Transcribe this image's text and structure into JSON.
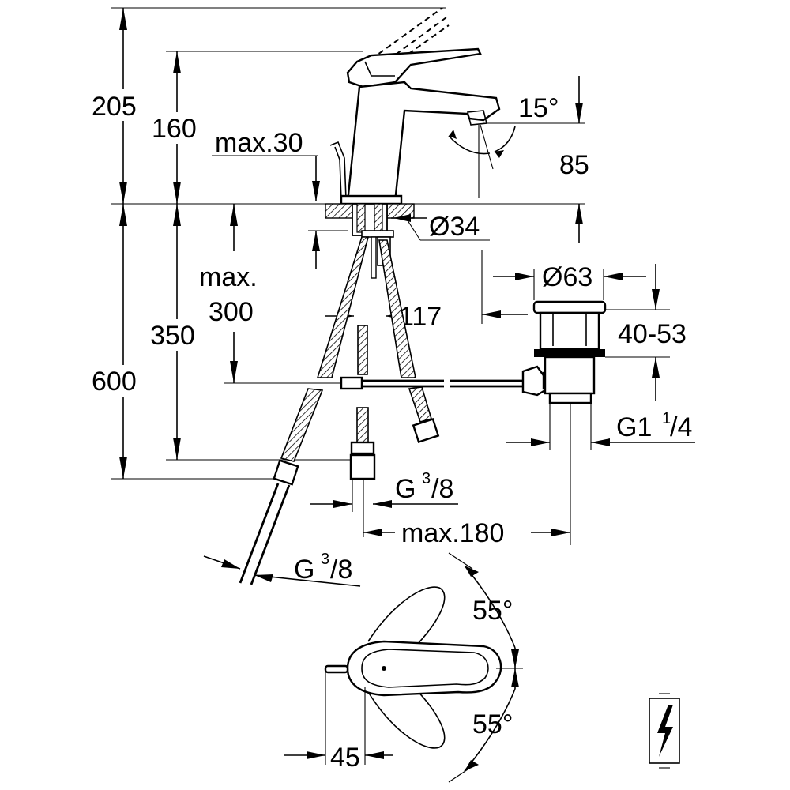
{
  "diagram": {
    "title": "Single-lever basin mixer — installation dimensions",
    "dimensions": {
      "total_height": "205",
      "height_to_lever": "160",
      "max_counter_thickness": "max.30",
      "spout_angle": "15°",
      "spout_height": "85",
      "hole_diameter": "Ø34",
      "max_under_counter": "max.",
      "max_under_counter_value": "300",
      "hose_length_ref": "117",
      "waste_flange_diameter": "Ø63",
      "waste_range": "40-53",
      "drop_height": "350",
      "supply_height": "600",
      "waste_thread_main": "G1",
      "waste_thread_sup": "1",
      "waste_thread_sub": "/4",
      "supply_thread_main": "G",
      "supply_thread_sup": "3",
      "supply_thread_sub": "/8",
      "hose_thread_main": "G",
      "hose_thread_sup": "3",
      "hose_thread_sub": "/8",
      "max_rod_length": "max.180",
      "lever_angle_top": "55°",
      "lever_angle_bottom": "55°",
      "lever_offset": "45"
    }
  }
}
